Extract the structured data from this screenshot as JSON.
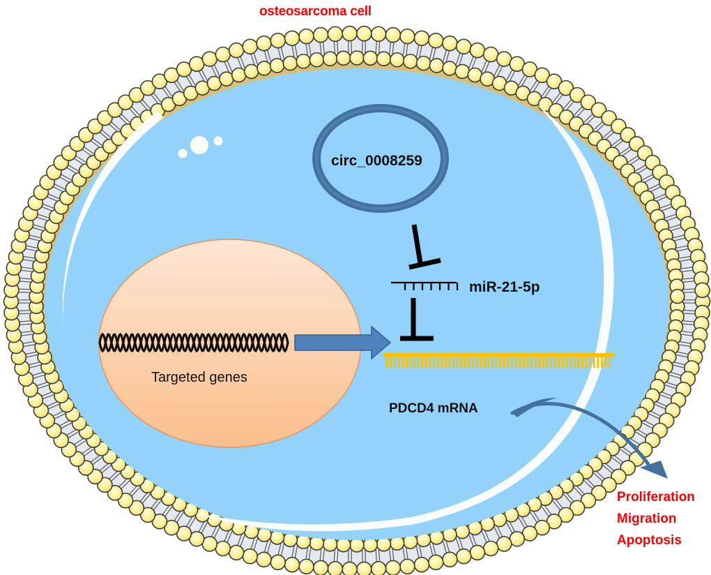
{
  "title": "osteosarcoma cell",
  "circrna": {
    "label": "circ_0008259"
  },
  "mirna": {
    "label": "miR-21-5p"
  },
  "nucleus": {
    "label": "Targeted genes"
  },
  "mrna": {
    "label": "PDCD4 mRNA"
  },
  "outcomes": [
    "Proliferation",
    "Migration",
    "Apoptosis"
  ],
  "relations": [
    {
      "from": "circ_0008259",
      "to": "miR-21-5p",
      "type": "inhibits"
    },
    {
      "from": "miR-21-5p",
      "to": "PDCD4 mRNA",
      "type": "inhibits"
    },
    {
      "from": "Targeted genes",
      "to": "PDCD4 mRNA",
      "type": "produces"
    },
    {
      "from": "PDCD4 mRNA",
      "to": "Proliferation / Migration / Apoptosis",
      "type": "affects"
    }
  ],
  "colors": {
    "title": "#ff0000",
    "cytoplasm": "#93d3fb",
    "membrane_head": "#fbf29a",
    "membrane_tail_bg": "#e3e9ef",
    "membrane_outline": "#404040",
    "circrna_ring": "#41719c",
    "nucleus": "#fcc89b",
    "arrow": "#4f81bd",
    "mrna": "#ffc000",
    "outcome_text": "#ff0000"
  }
}
